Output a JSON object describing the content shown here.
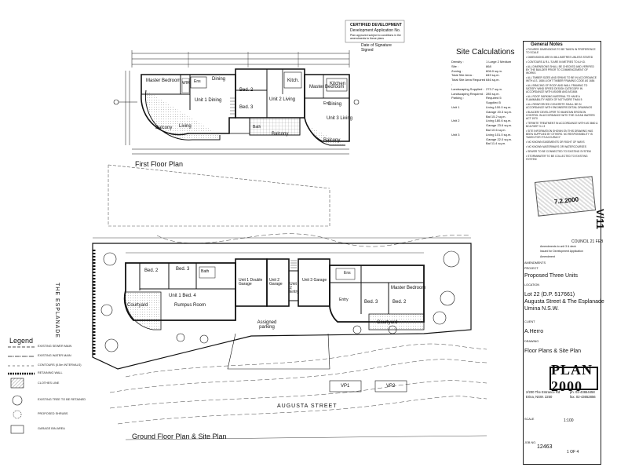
{
  "header": {
    "stamp_line1": "CERTIFIED DEVELOPMENT",
    "stamp_line2": "Development Application No.",
    "stamp_line3": "Plan approved subject to conditions in the amendments to these plans",
    "date_label": "Date of Signature",
    "signed_label": "Signed"
  },
  "first_floor": {
    "title": "First Floor Plan",
    "rooms": [
      "Master Bedroom",
      "WIR",
      "Ens",
      "Dining",
      "Unit 1 Dining",
      "Bed. 2",
      "Bed. 3",
      "Kitch.",
      "Unit 2 Living",
      "Bath",
      "Master Bedroom",
      "Ens",
      "Kitchen",
      "Dining",
      "Unit 3 Living",
      "Living",
      "Balcony",
      "Balcony",
      "Balcony"
    ]
  },
  "site_calculations": {
    "title": "Site Calculations",
    "rows": [
      {
        "label": "Density :",
        "value": "1 Large 2 Medium"
      },
      {
        "label": "Site :",
        "value": "868"
      },
      {
        "label": "Zoning :",
        "value": "606.0 sq.m."
      },
      {
        "label": "Total Site Area :",
        "value": "849 sq.m."
      },
      {
        "label": "Total Site Area Required :",
        "value": "646 sq.m."
      },
      {
        "label": "Landscaping Supplied :",
        "value": "273.7 sq.m."
      },
      {
        "label": "Landscaping Required :",
        "value": "285 sq.m."
      },
      {
        "label": "Parking :",
        "value": "Required 5"
      },
      {
        "label": "",
        "value": "Supplied 5"
      },
      {
        "label": "Unit 1",
        "value": "Living 100.0 sq.m."
      },
      {
        "label": "",
        "value": "Garage 20.3 sq.m."
      },
      {
        "label": "",
        "value": "Bal 15.2 sq.m."
      },
      {
        "label": "Unit 2",
        "value": "Living 180.6 sq.m."
      },
      {
        "label": "",
        "value": "Garage 23.6 sq.m."
      },
      {
        "label": "",
        "value": "Bal 10.6 sq.m."
      },
      {
        "label": "Unit 3",
        "value": "Living 101.0 sq.m."
      },
      {
        "label": "",
        "value": "Garage 22.0 sq.m."
      },
      {
        "label": "",
        "value": "Bal 11.4 sq.m."
      }
    ]
  },
  "ground_floor": {
    "title": "Ground Floor Plan & Site Plan",
    "rooms": [
      "Bed. 2",
      "Bed. 3",
      "Bath",
      "Unit 1 Bed. 4",
      "Rumpus Room",
      "Courtyard",
      "Unit 1 Double Garage",
      "Unit 2 Garage",
      "Unit 2 Entry",
      "Unit 3 Garage",
      "Bed. 3",
      "Bed. 2",
      "Master Bedroom",
      "Entry",
      "Ens",
      "Courtyard",
      "Assigned parking"
    ],
    "street": "AUGUSTA STREET",
    "esplanade": "THE ESPLANADE",
    "vp1": "VP1",
    "vp2": "VP2"
  },
  "legend": {
    "title": "Legend",
    "items": [
      "EXISTING SEWER MAIN",
      "EXISTING WATER MAIN",
      "CONTOURS (0.5m INTERVALS)",
      "RETAINING WALL",
      "CLOTHES LINE",
      "EXISTING TREE TO BE RETAINED",
      "PROPOSED SHRUBS",
      "GARAGE BIN AREA"
    ]
  },
  "general_notes": {
    "title": "General Notes",
    "items": [
      "FIGURED DIMENSIONS TO BE TAKEN IN PREFERENCE TO SCALE",
      "DIMENSIONS ARE IN MILLIMETRES UNLESS STATED",
      "CONTOURS & R.L.'S ARE IN METRES TO A.H.D.",
      "ALL DIMENSIONS SHALL BE CHECKED AND VERIFIED BY THE BUILDER PRIOR TO COMMENCEMENT OF WORKS",
      "ALL TIMBER SIZES AND SPANS TO BE IN ACCORDANCE WITH A.S. 1684 LIGHT TIMBER FRAMING CODE AS 1684",
      "ALL BRACING OF ROOF AND WALL FRAMING TO SATISFY WIND SPEED DESIGN CATEGORY IN ACCORDANCE WITH AS4055 AND AS1684",
      "ALL ROOF SARKING MATERIAL TO HAVE A FLAMMABILITY INDEX OF NOT MORE THAN 5",
      "ALL REINFORCED CONCRETE SHALL BE IN ACCORDANCE WITH ENGINEERS DETAIL DRAWINGS",
      "BUILDER/ DEVELOPER TO MAINTAIN EROSION CONTROL IN ACCORDANCE WITH THE CLEAN WATERS ACT 1970",
      "TERMITE TREATMENT IN ACCORDANCE WITH AS 3660 & BCA PART 3.1.3",
      "SITE INFORMATION SHOWN ON THIS DRAWING HAS BEEN SUPPLIED BY OTHERS. NO RESPONSIBILITY IS TAKEN FOR ITS ACCURACY",
      "NO KNOWN EASEMENTS OR RIGHT OF WAYS",
      "NO KNOWN WATERWAYS OR WATERCOURSES",
      "SEWER TO BE CONNECTED TO EXISTING SYSTEM",
      "STORMWATER TO BE COLLECTED TO EXISTING SYSTEM"
    ]
  },
  "title_block": {
    "council_stamp_date": "7.2.2000",
    "council_label": "COUNCIL 21 FEB",
    "amendments_label": "AMENDMENTS",
    "amendment_rows": [
      "Amendments to unit 3 & deck",
      "Issued for Development Application",
      "Amendment"
    ],
    "project_label": "PROJECT",
    "project": "Proposed Three Units",
    "location_label": "LOCATION",
    "location_line1": "Lot 22 (D.P. 517661)",
    "location_line2": "Augusta Street & The Esplanade",
    "location_line3": "Umina N.S.W.",
    "client_label": "CLIENT",
    "client": "A.Herro",
    "drawing_label": "DRAWING",
    "drawing": "Floor Plans & Site Plan",
    "firm_logo": "PLAN 2000",
    "firm_address1": "2/200 The Entrance Rd",
    "firm_address2": "Erina, NSW. 2250",
    "firm_phone": "ph. 02-43654458",
    "firm_fax": "fax. 02-43652856",
    "scale_label": "SCALE",
    "scale": "1:100",
    "job_no_label": "JOB NO.",
    "job_no": "12463",
    "sheet": "1 OF 4"
  },
  "margin_note": "V/11",
  "colors": {
    "ink": "#111111",
    "hatch": "#444444",
    "paper": "#ffffff"
  }
}
